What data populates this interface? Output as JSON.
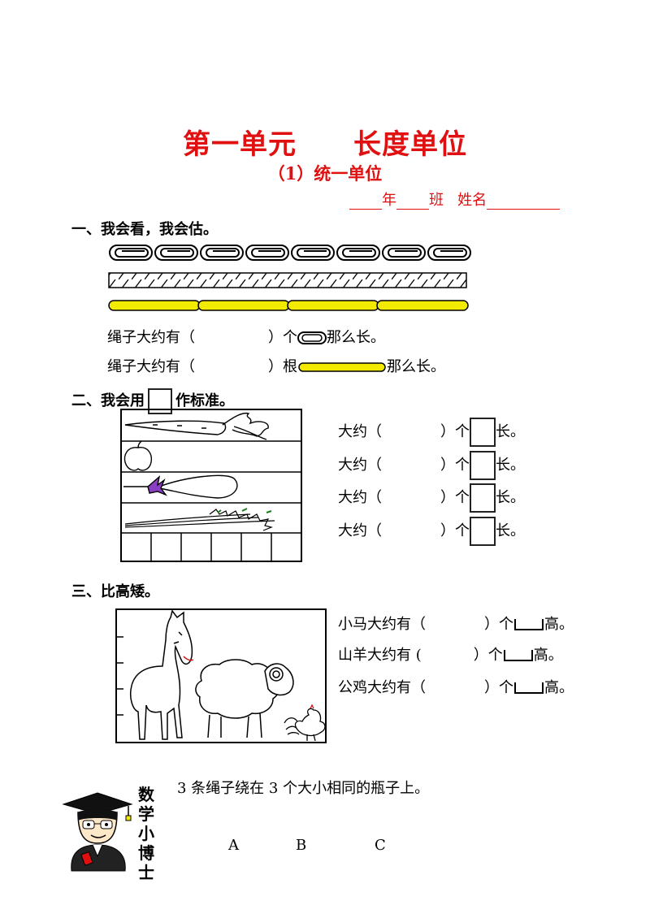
{
  "header": {
    "title_part1": "第一单元",
    "title_part2": "长度单位",
    "subtitle": "（1）统一单位",
    "class_year": "年",
    "class_class": "班",
    "class_name": "姓名"
  },
  "section1": {
    "heading": "一、我会看，我会估。",
    "line1_prefix": "绳子大约有（",
    "line1_mid": "）个",
    "line1_suffix": "那么长。",
    "line2_prefix": "绳子大约有（",
    "line2_mid": "）根",
    "line2_suffix": "那么长。"
  },
  "section2": {
    "heading_pre": "二、我会用",
    "heading_post": "作标准。",
    "rows": [
      {
        "prefix": "大约（",
        "mid": "）个",
        "suffix": "长。"
      },
      {
        "prefix": "大约（",
        "mid": "）个",
        "suffix": "长。"
      },
      {
        "prefix": "大约（",
        "mid": "）个",
        "suffix": "长。"
      },
      {
        "prefix": "大约（",
        "mid": "）个",
        "suffix": "长。"
      }
    ]
  },
  "section3": {
    "heading": "三、比高矮。",
    "rows": [
      {
        "prefix": "小马大约有（",
        "mid": "）个",
        "suffix": "高。"
      },
      {
        "prefix": "山羊大约有 (",
        "mid": "）个",
        "suffix": "高。"
      },
      {
        "prefix": "公鸡大约有（",
        "mid": "）个",
        "suffix": "高。"
      }
    ]
  },
  "bonus": {
    "vertical_title": [
      "数",
      "学",
      "小",
      "博",
      "士"
    ],
    "statement": "3 条绳子绕在 3 个大小相同的瓶子上。",
    "labels": [
      "A",
      "B",
      "C"
    ]
  },
  "colors": {
    "title_red": "#e01010",
    "rope_yellow": "#f2ea00",
    "eggplant_purple": "#8a3fc2"
  }
}
